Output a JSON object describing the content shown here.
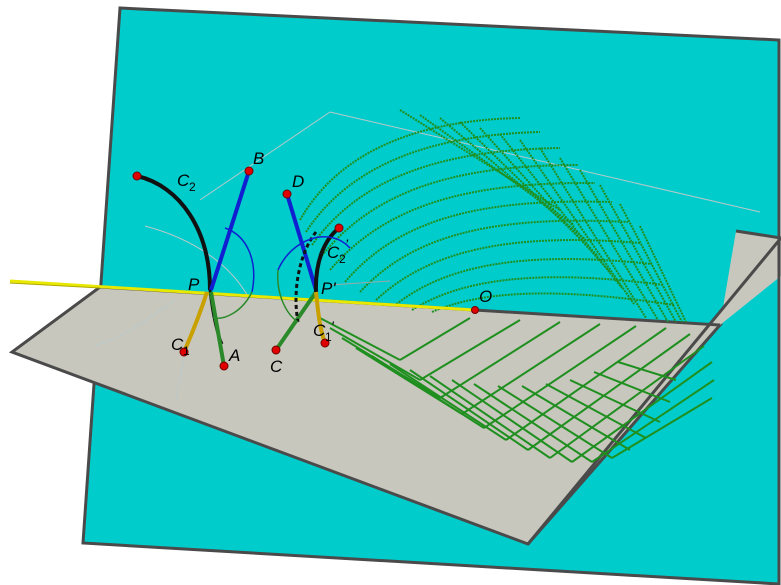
{
  "labels": {
    "B": "B",
    "C2": "C",
    "C2_sub": "2",
    "D": "D",
    "C2p": "C",
    "C2p_sub": "2",
    "C2p_prime": "’",
    "P": "P",
    "Pp": "P'",
    "O": "O",
    "C1": "C",
    "C1_sub": "1",
    "A": "A",
    "C": "C",
    "C1p": "C",
    "C1p_sub": "1",
    "C1p_prime": "'"
  },
  "colors": {
    "vertical_plane": "#00cccc",
    "horizontal_plane": "#c8c7bd",
    "plane_edge": "#4a4a4a",
    "line_yellow": "#e8e800",
    "blue_segment": "#1020d0",
    "green_segment": "#2a8a2a",
    "green_surface": "#1f8f1f",
    "black_arc": "#111111",
    "gold_arc": "#c8a000",
    "point": "#e00000"
  }
}
